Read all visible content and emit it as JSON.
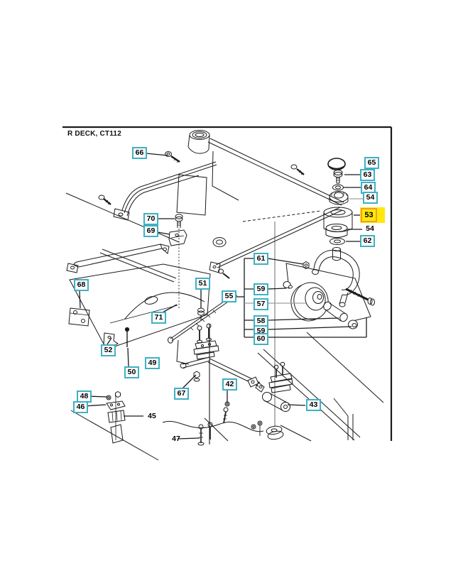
{
  "diagram": {
    "title": "R DECK, CT112",
    "highlighted_part": "53",
    "colors": {
      "callout_border": "#3fb0c4",
      "highlight_fill": "#ffe80a",
      "highlight_border": "#f0a028",
      "line_ink": "#1a1a1a"
    },
    "callouts": [
      {
        "label": "66",
        "kind": "boxed"
      },
      {
        "label": "65",
        "kind": "boxed"
      },
      {
        "label": "63",
        "kind": "boxed"
      },
      {
        "label": "64",
        "kind": "boxed"
      },
      {
        "label": "54",
        "kind": "boxed"
      },
      {
        "label": "53",
        "kind": "highlight"
      },
      {
        "label": "54",
        "kind": "plain"
      },
      {
        "label": "62",
        "kind": "boxed"
      },
      {
        "label": "70",
        "kind": "boxed"
      },
      {
        "label": "69",
        "kind": "boxed"
      },
      {
        "label": "61",
        "kind": "boxed"
      },
      {
        "label": "68",
        "kind": "boxed"
      },
      {
        "label": "51",
        "kind": "boxed"
      },
      {
        "label": "59",
        "kind": "boxed"
      },
      {
        "label": "55",
        "kind": "boxed"
      },
      {
        "label": "57",
        "kind": "boxed"
      },
      {
        "label": "58",
        "kind": "boxed"
      },
      {
        "label": "59",
        "kind": "boxed"
      },
      {
        "label": "60",
        "kind": "boxed"
      },
      {
        "label": "71",
        "kind": "boxed"
      },
      {
        "label": "52",
        "kind": "boxed"
      },
      {
        "label": "49",
        "kind": "boxed"
      },
      {
        "label": "50",
        "kind": "boxed"
      },
      {
        "label": "48",
        "kind": "boxed"
      },
      {
        "label": "46",
        "kind": "boxed"
      },
      {
        "label": "45",
        "kind": "plain"
      },
      {
        "label": "67",
        "kind": "boxed"
      },
      {
        "label": "42",
        "kind": "boxed"
      },
      {
        "label": "43",
        "kind": "boxed"
      },
      {
        "label": "47",
        "kind": "plain"
      }
    ]
  }
}
